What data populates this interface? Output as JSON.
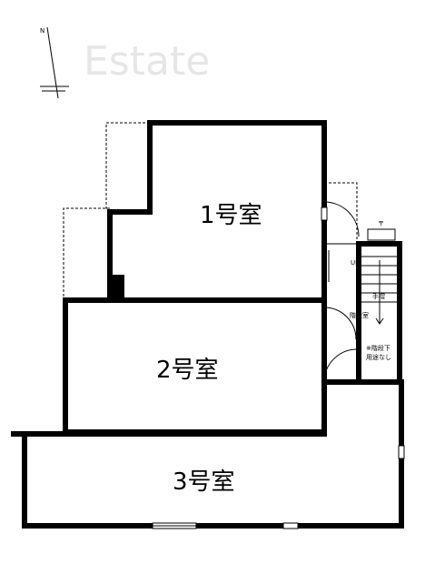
{
  "rooms": [
    {
      "label": "1号室"
    },
    {
      "label": "2号室"
    },
    {
      "label": "3号室"
    }
  ],
  "compass": {
    "north_label": "N"
  },
  "stairs": {
    "up_label": "UP",
    "railing_label": "手摺",
    "landing_label": "階段室",
    "note_line1": "※階段下",
    "note_line2": "用途なし"
  },
  "meter_symbol": "〒",
  "watermark": {
    "text": "Estate"
  }
}
